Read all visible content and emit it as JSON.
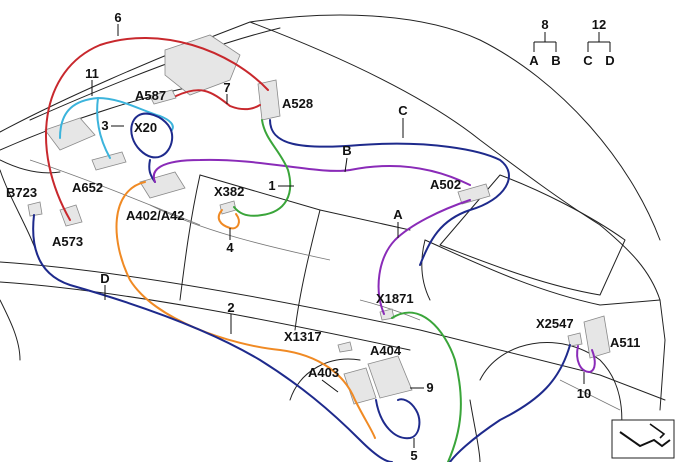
{
  "labels": {
    "n6": "6",
    "n11": "11",
    "n7": "7",
    "n3": "3",
    "n1": "1",
    "n4": "4",
    "n2": "2",
    "n9": "9",
    "n5": "5",
    "n10": "10",
    "n8": "8",
    "n12": "12",
    "A587": "A587",
    "A528": "A528",
    "X20": "X20",
    "C": "C",
    "B": "B",
    "B723": "B723",
    "A652": "A652",
    "A573": "A573",
    "X382": "X382",
    "A402": "A402/A42",
    "A502": "A502",
    "A": "A",
    "D": "D",
    "X1871": "X1871",
    "X1317": "X1317",
    "A404": "A404",
    "A403": "A403",
    "X2547": "X2547",
    "A511": "A511",
    "key_A": "A",
    "key_B": "B",
    "key_C": "C",
    "key_D": "D"
  },
  "wire_colors": {
    "n6": "#c8282d",
    "n11": "#3cb4dc",
    "n1": "#3aa53a",
    "n2": "#f08a24",
    "C": "#1e2a8c",
    "B": "#8a2bb8",
    "A": "#8a2bb8",
    "D": "#1e2a8c",
    "n9": "#3aa53a",
    "n5": "#1e2a8c",
    "n10": "#8a2bb8",
    "n7": "#c8282d"
  },
  "icons": {
    "corner": "turn-arrow-icon"
  }
}
